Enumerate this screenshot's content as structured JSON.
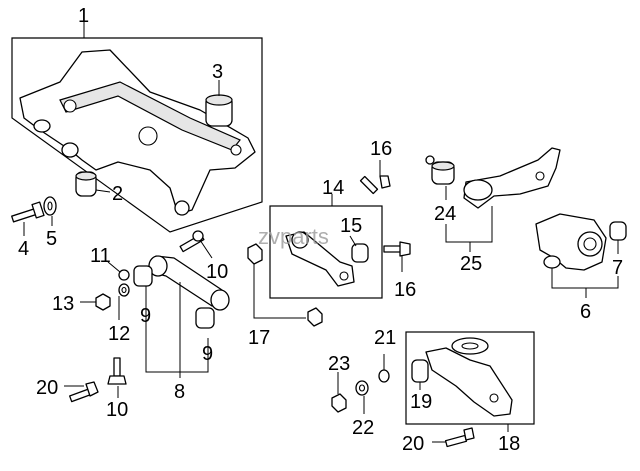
{
  "watermark": "zvparts",
  "callouts": {
    "c1": "1",
    "c2": "2",
    "c3": "3",
    "c4": "4",
    "c5": "5",
    "c6": "6",
    "c7": "7",
    "c8": "8",
    "c9a": "9",
    "c9b": "9",
    "c10a": "10",
    "c10b": "10",
    "c11": "11",
    "c12": "12",
    "c13": "13",
    "c14": "14",
    "c15": "15",
    "c16a": "16",
    "c16b": "16",
    "c17": "17",
    "c18": "18",
    "c19": "19",
    "c20a": "20",
    "c20b": "20",
    "c21": "21",
    "c22": "22",
    "c23": "23",
    "c24": "24",
    "c25": "25"
  }
}
